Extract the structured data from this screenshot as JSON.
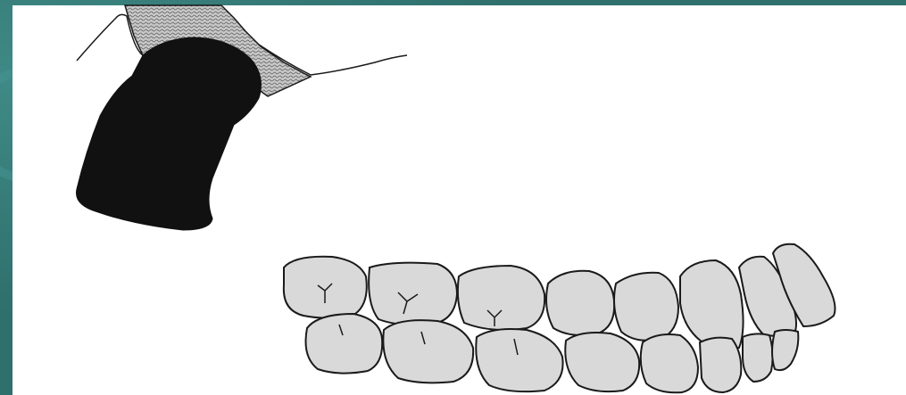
{
  "colors": {
    "frame_teal": "#2f6f6c",
    "frame_teal_dark": "#1f4e4c",
    "frame_teal_light": "#3f8a86",
    "panel_white": "#ffffff",
    "ink": "#1a1a1a",
    "tooth_fill": "#d9d9d9",
    "gum_hatch": "#9a9a9a"
  },
  "figure": {
    "subject": "dental-occlusion-illustration",
    "parts": [
      "bite-block",
      "gum-tissue",
      "upper-arch",
      "lower-arch"
    ]
  }
}
